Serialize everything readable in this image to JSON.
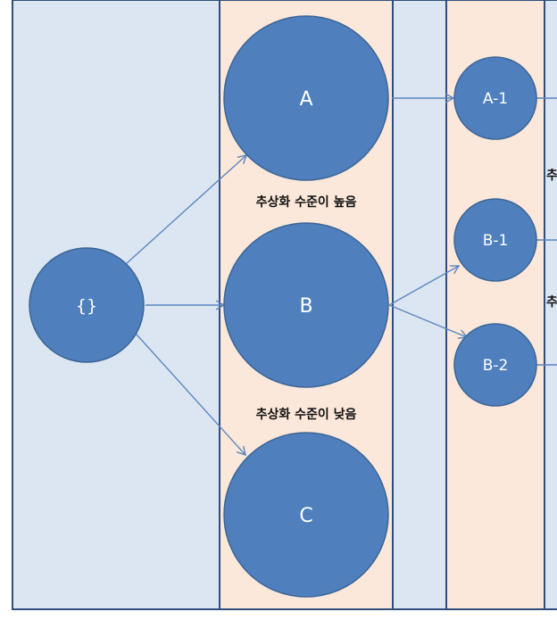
{
  "diagram": {
    "nodes": {
      "root": "{}",
      "a": "A",
      "b": "B",
      "c": "C",
      "a1": "A-1",
      "b1": "B-1",
      "b2": "B-2"
    },
    "labels": {
      "high_abstraction": "추상화 수준이 높음",
      "low_abstraction": "추상화 수준이 낮음",
      "clipped_1": "추",
      "clipped_2": "추"
    },
    "colors": {
      "node_fill": "#4f7fbd",
      "node_stroke": "#3c6597",
      "blue_panel": "#dce6f2",
      "peach_panel": "#fce8da",
      "border": "#2f4f7a",
      "arrow": "#5b86bf"
    }
  }
}
